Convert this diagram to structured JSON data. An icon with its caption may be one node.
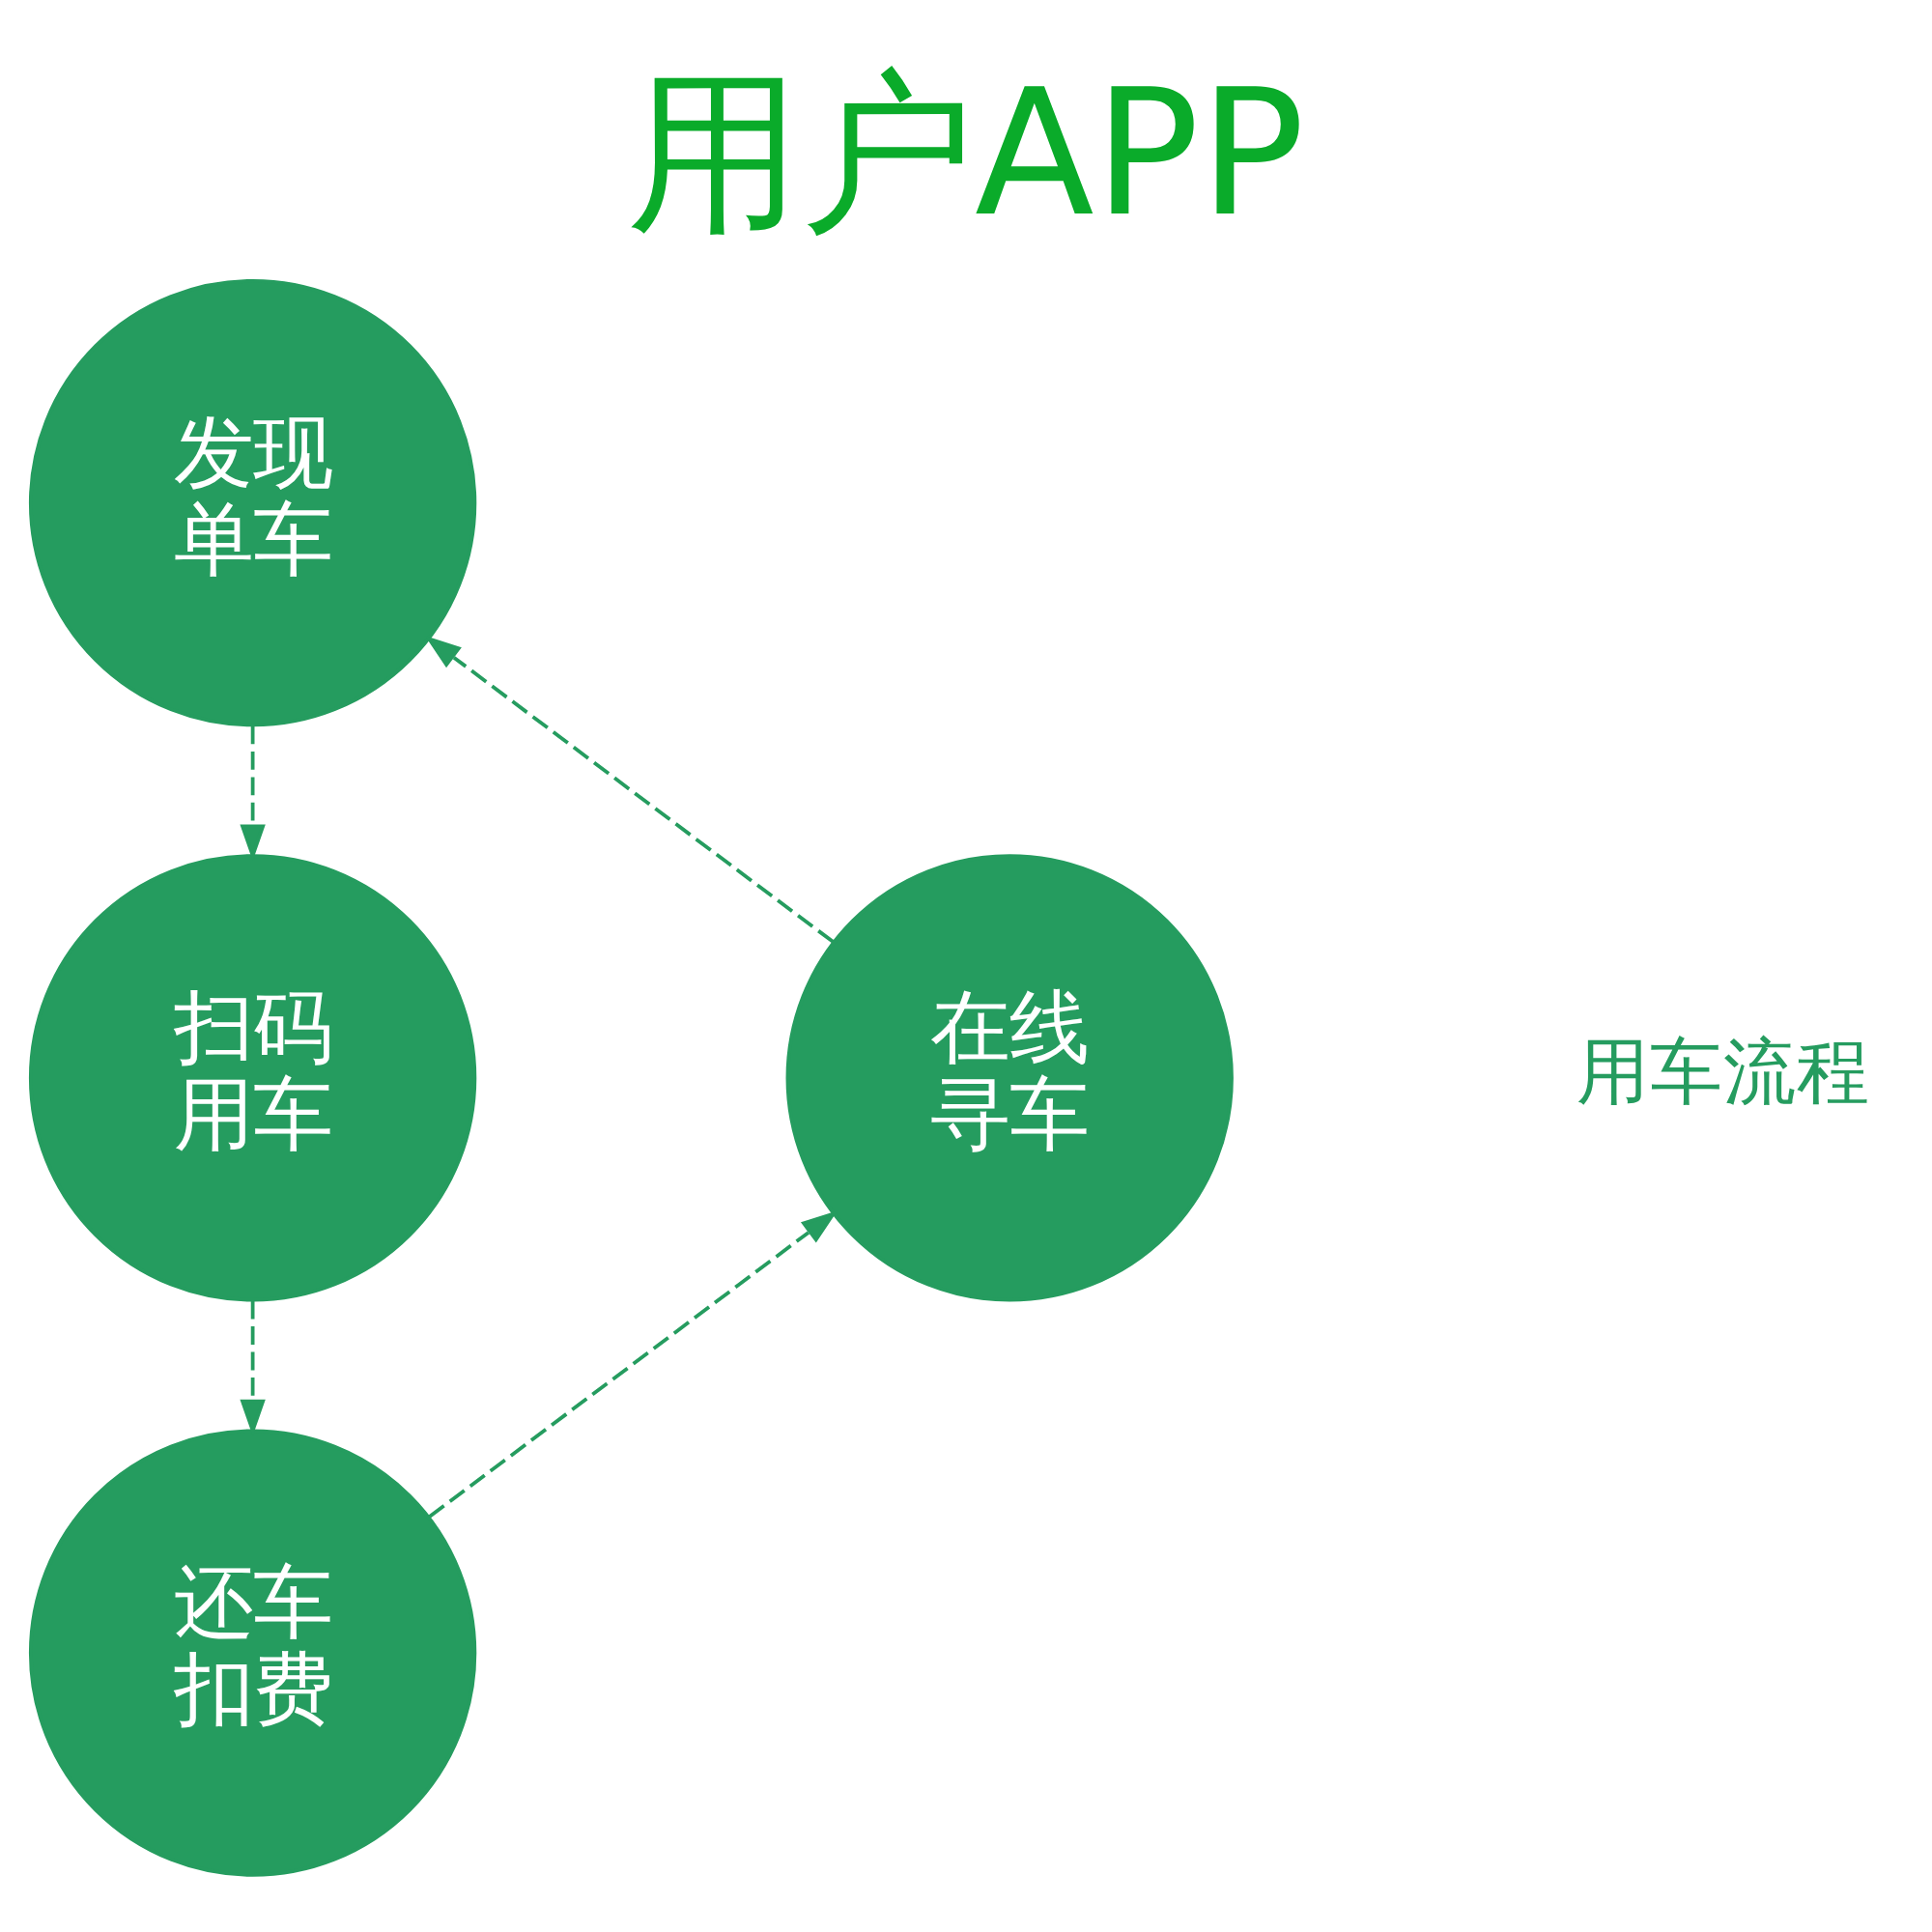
{
  "diagram": {
    "title": "用户APP",
    "nodes": [
      {
        "text": [
          "发现单车"
        ]
      },
      {
        "text": [
          "扫码用车"
        ]
      },
      {
        "text": [
          "还车扣费"
        ]
      },
      {
        "text": [
          "在线寻车"
        ]
      }
    ],
    "edges": [
      {
        "from": 0,
        "to": 1,
        "arrow": "to",
        "style": "dashed"
      },
      {
        "from": 1,
        "to": 2,
        "arrow": "to",
        "style": "dashed"
      },
      {
        "from": 2,
        "to": 3,
        "arrow": "to",
        "style": "dashed"
      },
      {
        "from": 3,
        "to": 0,
        "arrow": "to",
        "style": "dashed"
      }
    ],
    "labels": [
      "用车流程"
    ]
  }
}
